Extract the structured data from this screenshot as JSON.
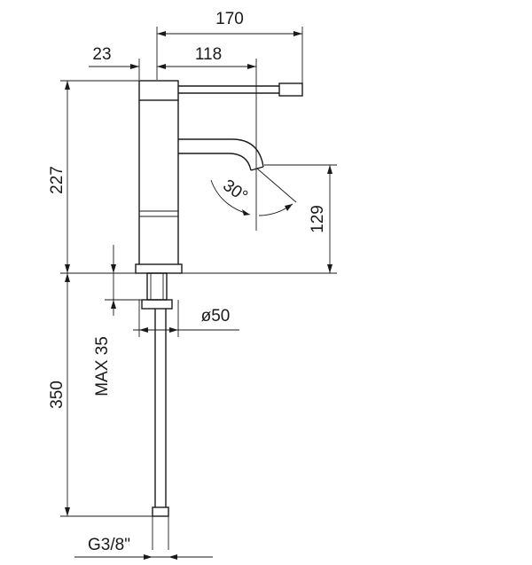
{
  "drawing": {
    "dimensions": {
      "total_reach": "170",
      "body_offset": "23",
      "spout_reach": "118",
      "height_to_lever": "227",
      "spout_height": "129",
      "angle": "30°",
      "base_diameter": "ø50",
      "max_counter_thickness": "MAX 35",
      "hose_length": "350",
      "connection_thread": "G3/8\""
    }
  }
}
